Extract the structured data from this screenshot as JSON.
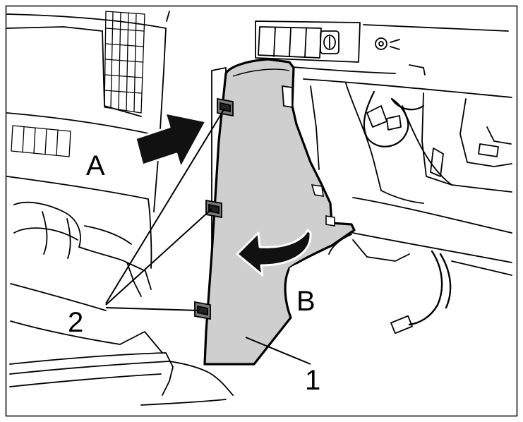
{
  "labels": {
    "A": "A",
    "B": "B",
    "one": "1",
    "two": "2"
  },
  "colors": {
    "panel_fill": "#cfcfcf",
    "line": "#000000",
    "background": "#ffffff"
  },
  "icons": {
    "push_arrow": "arrow-right-icon",
    "rotate_arrow": "curved-arrow-icon"
  }
}
